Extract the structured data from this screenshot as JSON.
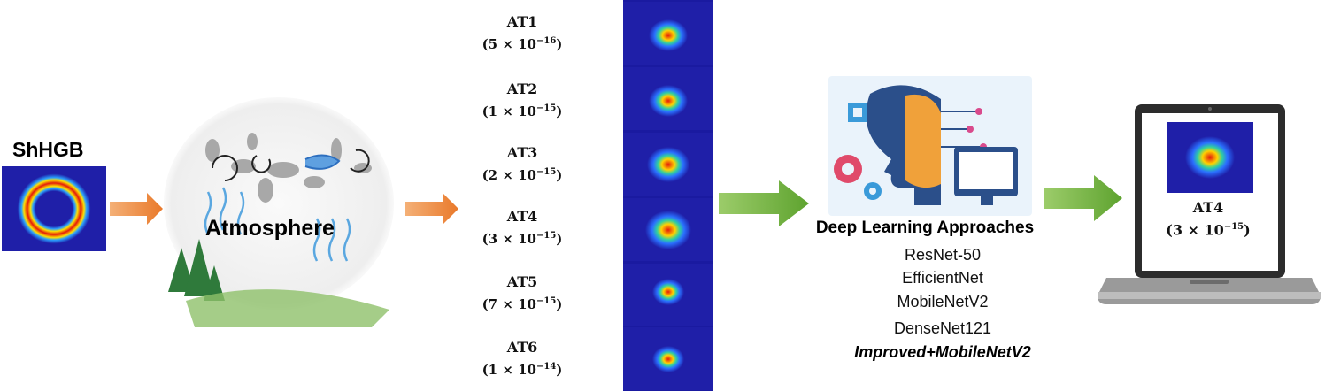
{
  "input": {
    "label": "ShHGB"
  },
  "atmosphere": {
    "label": "Atmosphere"
  },
  "turbulence_levels": [
    {
      "name": "AT1",
      "value": "(5 × 10",
      "exp": "−16",
      "close": ")"
    },
    {
      "name": "AT2",
      "value": "(1 × 10",
      "exp": "−15",
      "close": ")"
    },
    {
      "name": "AT3",
      "value": "(2 × 10",
      "exp": "−15",
      "close": ")"
    },
    {
      "name": "AT4",
      "value": "(3 × 10",
      "exp": "−15",
      "close": ")"
    },
    {
      "name": "AT5",
      "value": "(7 × 10",
      "exp": "−15",
      "close": ")"
    },
    {
      "name": "AT6",
      "value": "(1 × 10",
      "exp": "−14",
      "close": ")"
    }
  ],
  "deep_learning": {
    "title": "Deep Learning Approaches",
    "models": [
      "ResNet-50",
      "EfficientNet",
      "MobileNetV2",
      "DenseNet121",
      "Improved+MobileNetV2"
    ]
  },
  "result": {
    "name": "AT4",
    "value": "(3 × 10",
    "exp": "−15",
    "close": ")"
  },
  "colors": {
    "input_arrow": "#ee8a3c",
    "output_arrow": "#7ab648",
    "beam_background": "#1f1fa8"
  }
}
